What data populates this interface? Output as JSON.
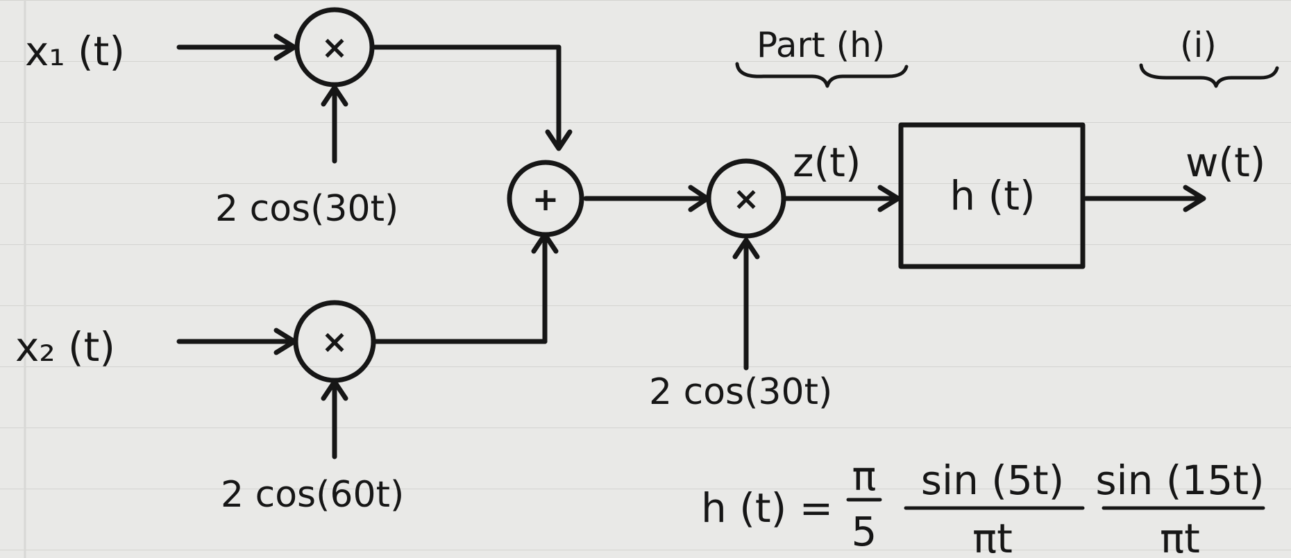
{
  "diagram": {
    "inputs": {
      "x1": "x₁ (t)",
      "x2": "x₂ (t)"
    },
    "multipliers": {
      "m1_symbol": "×",
      "m2_symbol": "×",
      "m3_symbol": "×"
    },
    "carriers": {
      "c1": "2 cos(30t)",
      "c2": "2 cos(60t)",
      "c3": "2 cos(30t)"
    },
    "adder_symbol": "+",
    "z_label": "z(t)",
    "filter_label": "h (t)",
    "output_label": "w(t)",
    "part_h": "Part (h)",
    "part_i": "(i)",
    "equation": {
      "lhs": "h (t) =",
      "coef_num": "π",
      "coef_den": "5",
      "frac1_num": "sin (5t)",
      "frac1_den": "πt",
      "frac2_num": "sin (15t)",
      "frac2_den": "πt"
    }
  }
}
